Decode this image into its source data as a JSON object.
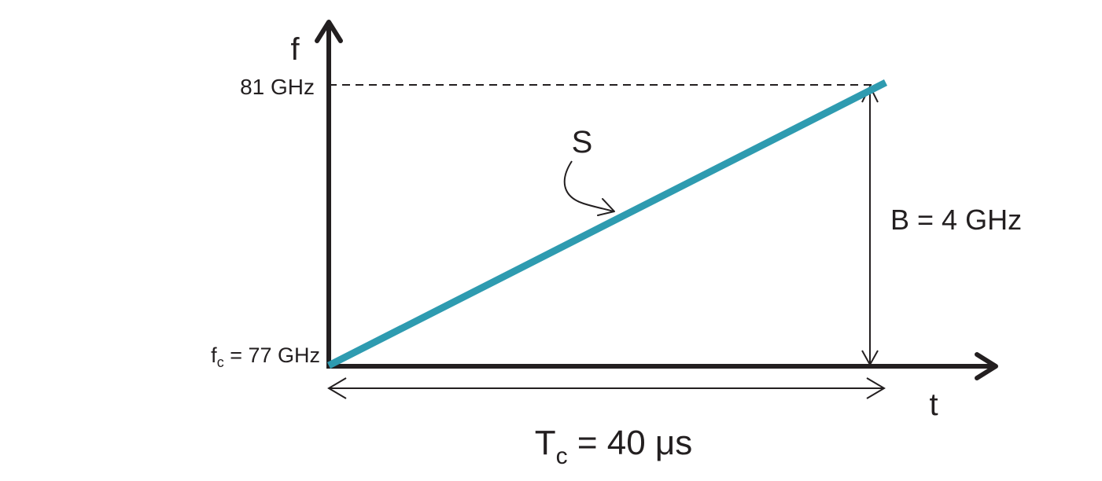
{
  "colors": {
    "axis": "#231f20",
    "chirp": "#2e9bb0",
    "background": "#ffffff"
  },
  "axes": {
    "y_label": "f",
    "x_label": "t"
  },
  "labels": {
    "f_top": "81 GHz",
    "fc_main": "f",
    "fc_sub": "c",
    "fc_rest": " = 77 GHz",
    "slope": "S",
    "bandwidth": "B = 4 GHz",
    "tc_main": "T",
    "tc_sub": "c",
    "tc_rest": " = 40 μs"
  }
}
